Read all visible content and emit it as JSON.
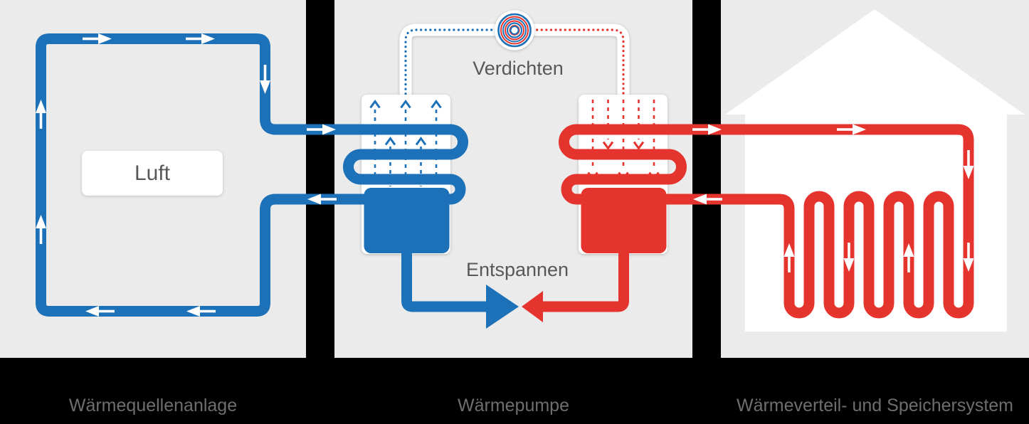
{
  "colors": {
    "blue": "#1d71b8",
    "red": "#e5332d",
    "panel": "#ebebeb",
    "background": "#000000",
    "caption": "#6e6e6e",
    "text": "#58585a"
  },
  "captions": {
    "left": "Wärmequellenanlage",
    "middle": "Wärmepumpe",
    "right": "Wärmeverteil- und Speichersystem"
  },
  "heat_pump": {
    "compress_label": "Verdichten",
    "expand_label": "Entspannen"
  },
  "heat_source": {
    "medium_label": "Luft"
  }
}
